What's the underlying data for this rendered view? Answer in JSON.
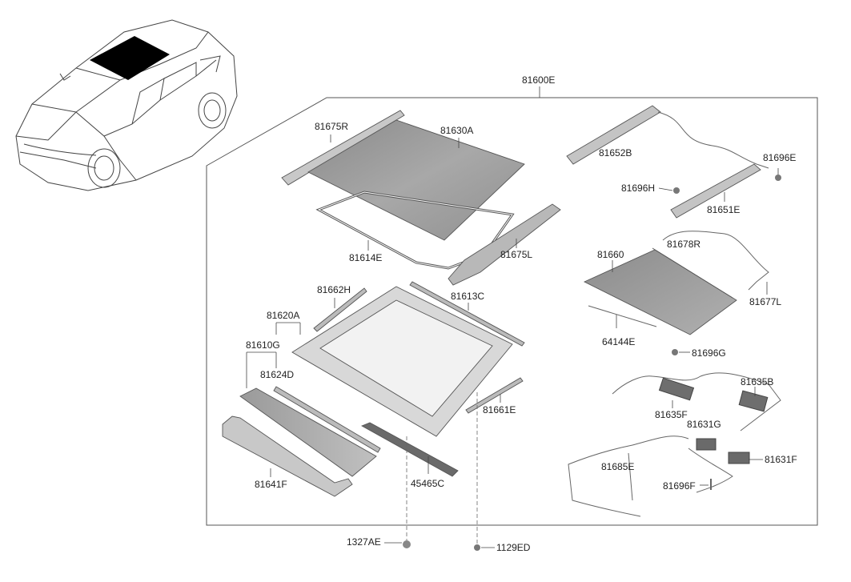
{
  "assembly_label": "81600E",
  "parts": {
    "p81675R": "81675R",
    "p81630A": "81630A",
    "p81614E": "81614E",
    "p81675L": "81675L",
    "p81652B": "81652B",
    "p81696E": "81696E",
    "p81696H": "81696H",
    "p81651E": "81651E",
    "p81678R": "81678R",
    "p81660": "81660",
    "p81677L": "81677L",
    "p64144E": "64144E",
    "p81696G": "81696G",
    "p81662H": "81662H",
    "p81613C": "81613C",
    "p81620A": "81620A",
    "p81610G": "81610G",
    "p81624D": "81624D",
    "p81661E": "81661E",
    "p81641F": "81641F",
    "p45465C": "45465C",
    "p81635B": "81635B",
    "p81635F": "81635F",
    "p81631G": "81631G",
    "p81631F": "81631F",
    "p81685E": "81685E",
    "p81696F": "81696F",
    "p1327AE": "1327AE",
    "p1129ED": "1129ED"
  }
}
